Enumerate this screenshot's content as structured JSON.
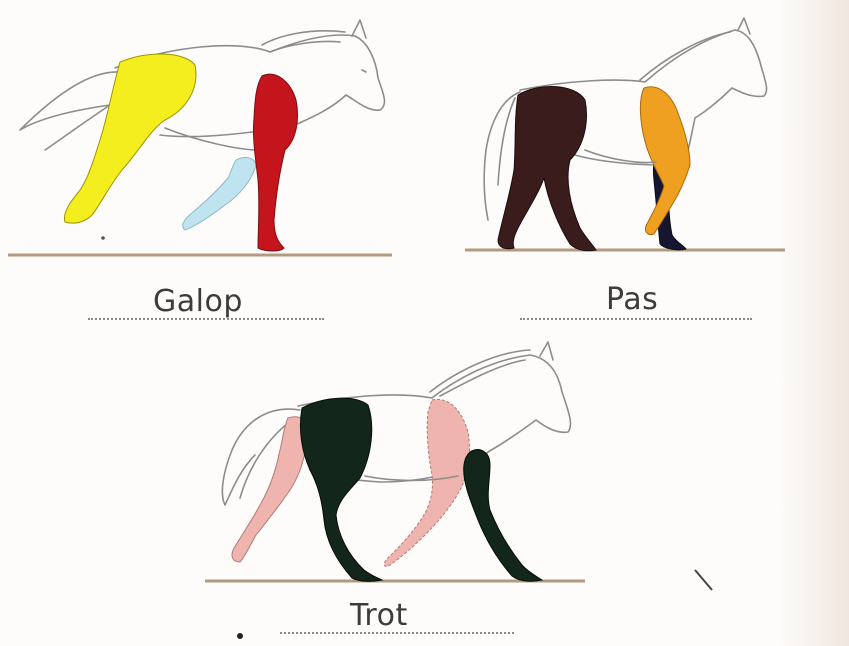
{
  "gaits": [
    {
      "label": "Galop",
      "colors": {
        "hind_near": "#f5ee1f",
        "hind_far": "#f5ee1f",
        "fore_far": "#bfe4ef",
        "fore_near": "#c4151c"
      }
    },
    {
      "label": "Pas",
      "colors": {
        "hind": "#3a1c1c",
        "fore": "#f0a021",
        "fore_far": "#161630"
      }
    },
    {
      "label": "Trot",
      "colors": {
        "hind_near": "#12261a",
        "hind_far": "#efb4ae",
        "fore_near": "#efb4ae",
        "fore_far": "#12261a"
      }
    }
  ]
}
